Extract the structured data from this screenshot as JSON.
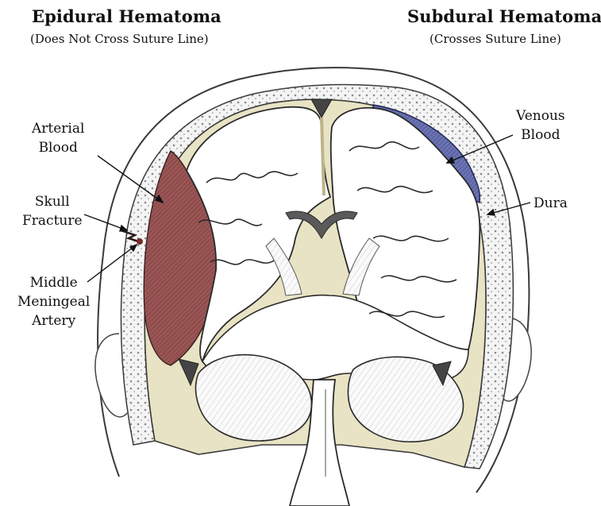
{
  "left_heading": {
    "title": "Epidural Hematoma",
    "subtitle": "(Does Not Cross Suture Line)"
  },
  "right_heading": {
    "title": "Subdural Hematoma",
    "subtitle": "(Crosses Suture Line)"
  },
  "labels": {
    "arterial_blood": [
      "Arterial",
      "Blood"
    ],
    "skull_fracture": [
      "Skull",
      "Fracture"
    ],
    "middle_meningeal_artery": [
      "Middle",
      "Meningeal",
      "Artery"
    ],
    "venous_blood": [
      "Venous",
      "Blood"
    ],
    "dura": [
      "Dura"
    ]
  },
  "colors": {
    "arterial_blood": "#8e4a4a",
    "venous_blood": "#5a63a6",
    "dura": "#cfc79a",
    "outline": "#2a2a2a"
  }
}
